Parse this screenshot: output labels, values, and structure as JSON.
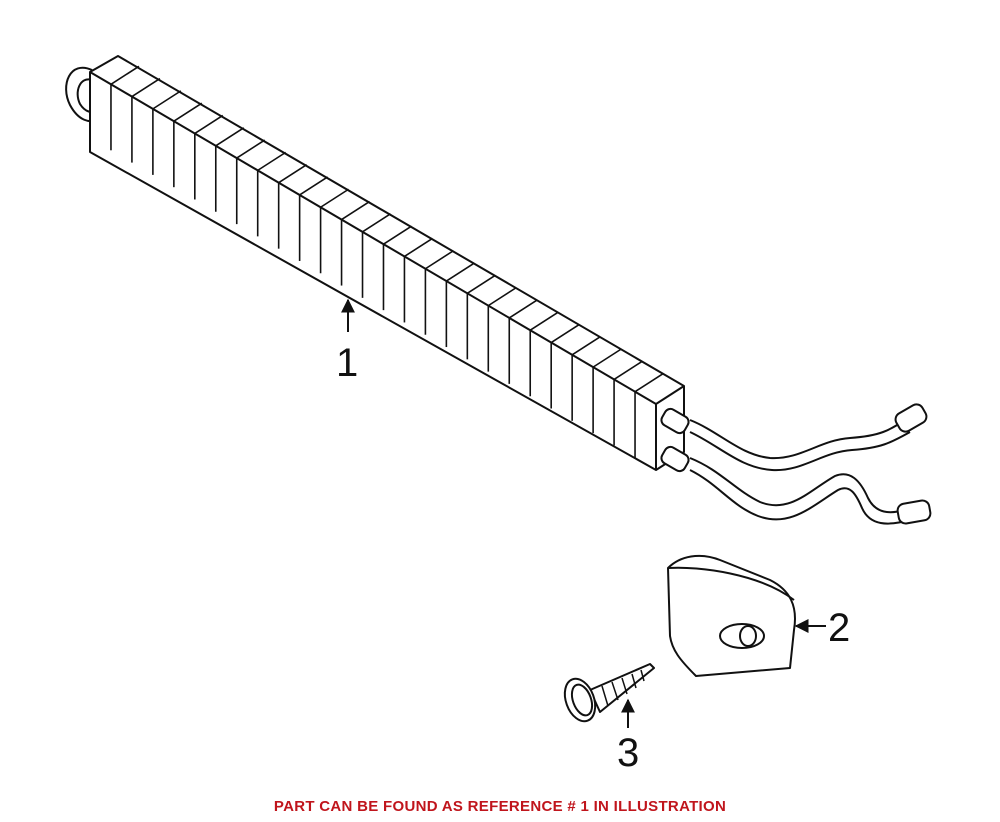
{
  "callouts": [
    {
      "id": "1",
      "label": "1"
    },
    {
      "id": "2",
      "label": "2"
    },
    {
      "id": "3",
      "label": "3"
    }
  ],
  "caption": "PART CAN BE FOUND AS REFERENCE # 1 IN ILLUSTRATION",
  "colors": {
    "line": "#111111",
    "caption": "#c0151c",
    "background": "#ffffff"
  }
}
